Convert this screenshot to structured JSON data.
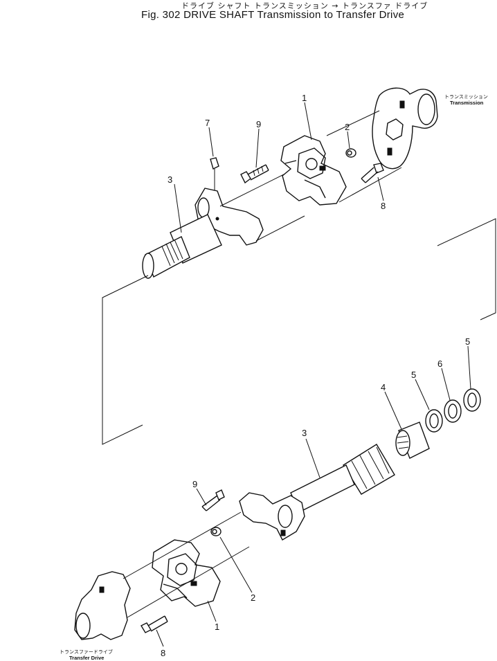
{
  "title": {
    "japanese": "ドライブ シャフト トランスミッション → トランスファ ドライブ",
    "english": "Fig. 302 DRIVE SHAFT  Transmission to Transfer Drive"
  },
  "labels": {
    "transmission_jp": "トランスミッション",
    "transmission_en": "Transmission",
    "transfer_jp": "トランスファードライブ",
    "transfer_en": "Transfer Drive"
  },
  "callouts": {
    "upper_1": "1",
    "upper_2": "2",
    "upper_3": "3",
    "upper_7": "7",
    "upper_8": "8",
    "upper_9": "9",
    "mid_4": "4",
    "mid_5a": "5",
    "mid_6": "6",
    "mid_5b": "5",
    "lower_3": "3",
    "lower_9": "9",
    "lower_2": "2",
    "lower_1": "1",
    "lower_8": "8"
  }
}
